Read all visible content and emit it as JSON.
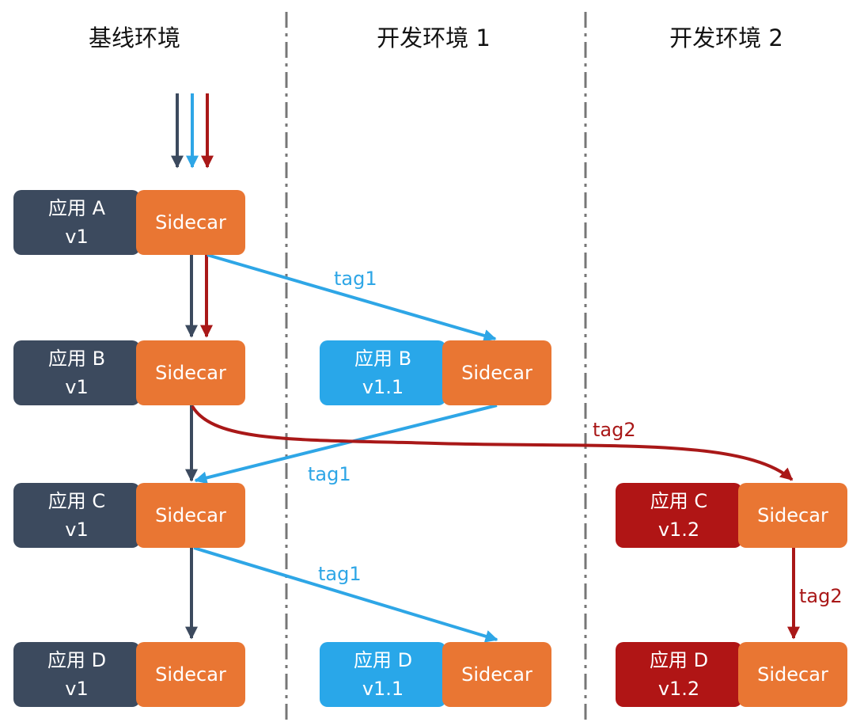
{
  "colors": {
    "baseline_app": "#3C4A5E",
    "dev1_app": "#29A7E9",
    "dev2_app": "#B01515",
    "sidecar": "#E97633",
    "tag1": "#2EA6E6",
    "tag2": "#A91818",
    "default_flow": "#3C4A5E",
    "divider": "#777777"
  },
  "columns": [
    {
      "title": "基线环境"
    },
    {
      "title": "开发环境 1"
    },
    {
      "title": "开发环境 2"
    }
  ],
  "services": {
    "base_a": {
      "name": "应用 A",
      "version": "v1",
      "sidecar": "Sidecar"
    },
    "base_b": {
      "name": "应用 B",
      "version": "v1",
      "sidecar": "Sidecar"
    },
    "base_c": {
      "name": "应用 C",
      "version": "v1",
      "sidecar": "Sidecar"
    },
    "base_d": {
      "name": "应用 D",
      "version": "v1",
      "sidecar": "Sidecar"
    },
    "dev1_b": {
      "name": "应用 B",
      "version": "v1.1",
      "sidecar": "Sidecar"
    },
    "dev1_d": {
      "name": "应用 D",
      "version": "v1.1",
      "sidecar": "Sidecar"
    },
    "dev2_c": {
      "name": "应用 C",
      "version": "v1.2",
      "sidecar": "Sidecar"
    },
    "dev2_d": {
      "name": "应用 D",
      "version": "v1.2",
      "sidecar": "Sidecar"
    }
  },
  "edge_labels": {
    "a_to_dev1b": "tag1",
    "dev1b_to_c": "tag1",
    "c_to_dev1d": "tag1",
    "b_to_dev2c": "tag2",
    "dev2c_to_dev2d": "tag2"
  }
}
